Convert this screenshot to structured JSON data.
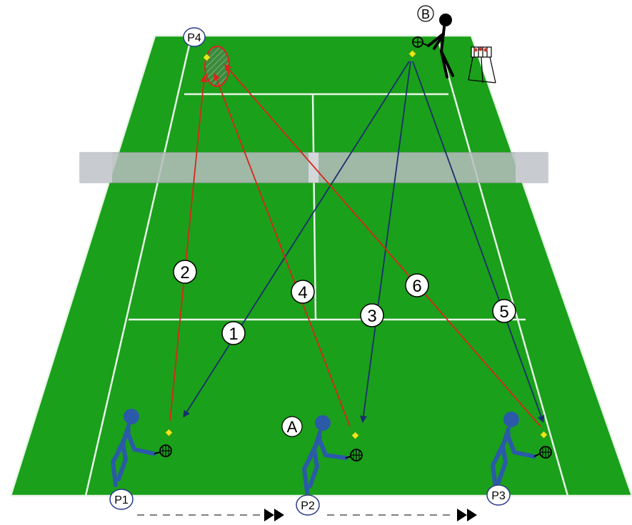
{
  "diagram": {
    "shot_numbers": [
      "1",
      "2",
      "3",
      "4",
      "5",
      "6"
    ],
    "player_labels": [
      "P1",
      "P2",
      "P3",
      "P4"
    ],
    "coach_label": "B",
    "group_label": "A"
  },
  "colors": {
    "court": "#1aa01a",
    "court_lines": "#e8f5e8",
    "feed_line": "#1a2f6e",
    "return_line": "#d8261c",
    "player": "#2a5aa8",
    "coach": "#000000",
    "net": "#b8bcc0",
    "target_zone": "#e02020"
  },
  "icons": [
    "player-figure-icon",
    "coach-figure-icon",
    "ball-basket-icon",
    "racket-icon",
    "ball-icon",
    "double-arrow-icon"
  ]
}
